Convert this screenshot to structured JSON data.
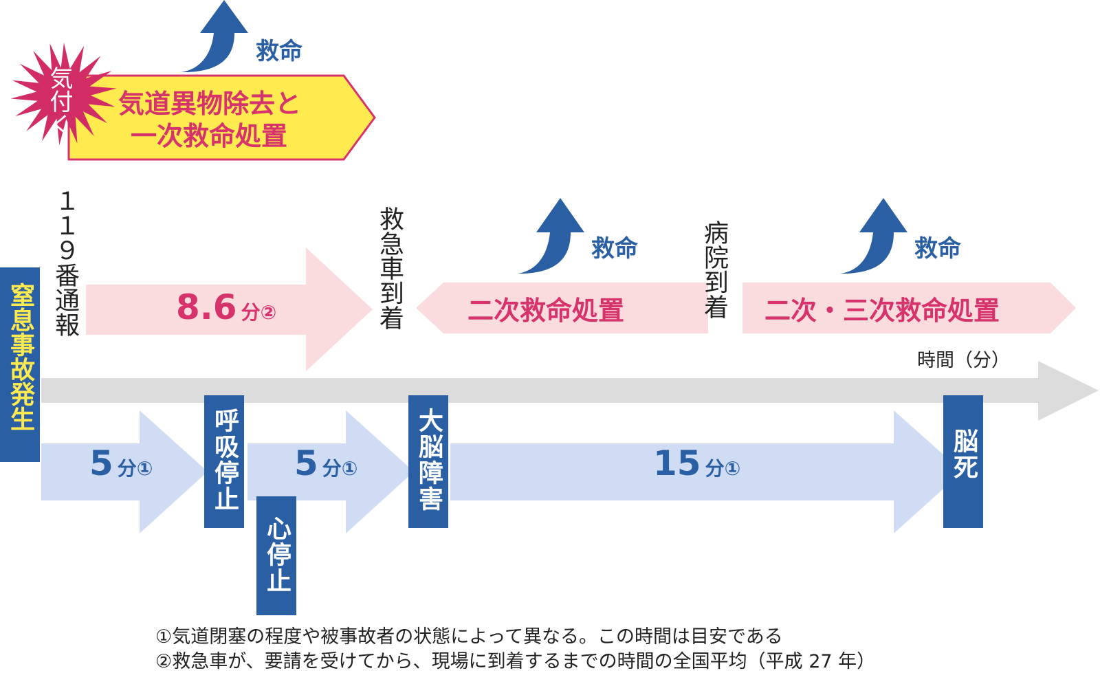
{
  "colors": {
    "blue": "#2b5fa3",
    "pink": "#d6336c",
    "yellow": "#ffeb4f",
    "light_pink": "#fadcdf",
    "light_blue": "#cfdcf3",
    "gray": "#dcdcdc"
  },
  "starburst": {
    "label": "気付く"
  },
  "first_aid": {
    "line1": "気道異物除去と",
    "line2": "一次救命処置"
  },
  "rescue_label": "救命",
  "event_119": "１１９番通報",
  "event_accident": "窒息事故発生",
  "event_ambulance_arrival": "救急車到着",
  "event_hospital_arrival": "病院到着",
  "ambulance_time": {
    "value": "8.6",
    "unit": "分②"
  },
  "secondary_care": "二次救命処置",
  "tertiary_care": "二次・三次救命処置",
  "axis_label": "時間（分）",
  "durations": [
    {
      "value": "5",
      "unit": "分①"
    },
    {
      "value": "5",
      "unit": "分①"
    },
    {
      "value": "15",
      "unit": "分①"
    }
  ],
  "stages": {
    "respiratory_arrest": "呼吸停止",
    "cardiac_arrest": "心停止",
    "brain_damage": "大脳障害",
    "brain_death": "脳死"
  },
  "notes": {
    "note1": "①気道閉塞の程度や被事故者の状態によって異なる。この時間は目安である",
    "note2": "②救急車が、要請を受けてから、現場に到着するまでの時間の全国平均（平成 27 年）"
  }
}
